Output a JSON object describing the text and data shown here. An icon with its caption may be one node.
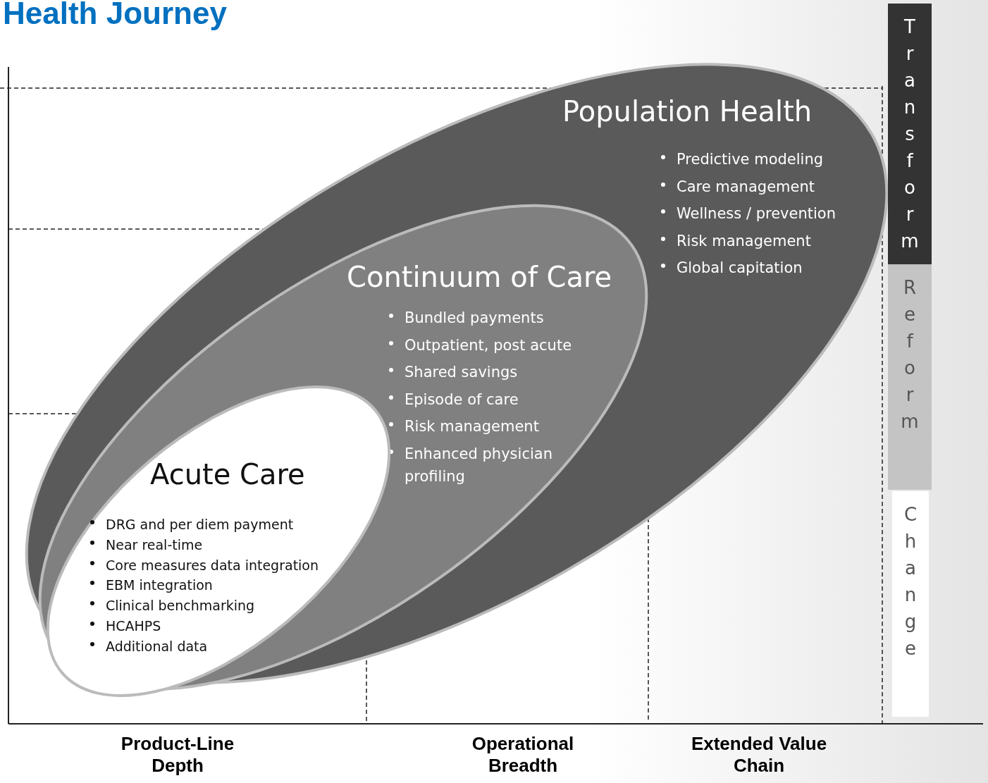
{
  "diagram": {
    "title": "Health Journey",
    "nodes": [
      {
        "text": [
          "Population Health",
          "Predictive modeling",
          "Care management",
          "Wellness / prevention",
          "Risk management",
          "Global capitation"
        ]
      },
      {
        "text": [
          "Continuum of Care",
          "Bundled payments",
          "Outpatient, post acute",
          "Shared savings",
          "Episode of care",
          "Risk management",
          "Enhanced physician profiling"
        ],
        "in": 0
      },
      {
        "text": [
          "Acute Care",
          "DRG and per diem payment",
          "Near real-time",
          "Core measures data integration",
          "EBM integration",
          "Clinical benchmarking",
          "HCAHPS",
          "Additional data"
        ],
        "in": 1
      },
      {
        "text": [
          "Transform"
        ]
      },
      {
        "text": [
          "Reform"
        ]
      },
      {
        "text": [
          "Change"
        ]
      }
    ],
    "edges": [],
    "labels": [
      "Product-Line Depth",
      "Operational Breadth",
      "Extended Value Chain"
    ]
  }
}
